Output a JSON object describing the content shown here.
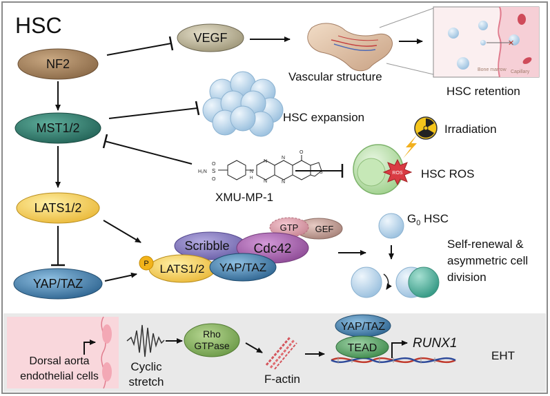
{
  "panel_title": "HSC",
  "nodes": {
    "nf2": "NF2",
    "mst": "MST1/2",
    "lats": "LATS1/2",
    "yap": "YAP/TAZ",
    "vegf": "VEGF"
  },
  "labels": {
    "vascular_structure": "Vascular structure",
    "hsc_retention": "HSC retention",
    "bone_marrow": "Bone marrow",
    "capillary": "Capillary",
    "hsc_expansion": "HSC expansion",
    "irradiation": "Irradiation",
    "hsc_ros": "HSC ROS",
    "ros_badge": "ROS",
    "drug_name": "XMU-MP-1",
    "g0_prefix": "G",
    "g0_sub": "0",
    "g0_suffix": " HSC",
    "self_renewal_line1": "Self-renewal &",
    "self_renewal_line2": "asymmetric cell",
    "self_renewal_line3": "division"
  },
  "chem_labels": {
    "so2_s": "S",
    "o_top": "O",
    "o_bottom": "O",
    "nh2": "H₂N",
    "nh": "N",
    "h": "H",
    "n_ring1": "N",
    "n_ring2": "N",
    "n_ring3": "N",
    "n_me": "N",
    "s_thio": "S",
    "o_ket": "O"
  },
  "complex": {
    "gtp": "GTP",
    "gef": "GEF",
    "scribble": "Scribble",
    "cdc42": "Cdc42",
    "p": "P",
    "lats": "LATS1/2",
    "yap": "YAP/TAZ"
  },
  "bottom": {
    "endo_line1": "Dorsal aorta",
    "endo_line2": "endothelial cells",
    "cyclic_line1": "Cyclic",
    "cyclic_line2": "stretch",
    "rho_line1": "Rho",
    "rho_line2": "GTPase",
    "factin": "F-actin",
    "yap": "YAP/TAZ",
    "tead": "TEAD",
    "runx1": "RUNX1",
    "eht": "EHT"
  },
  "colors": {
    "frame": "#8a8a8a",
    "nf2": "#9c7b58",
    "mst": "#2f7b6e",
    "lats": "#f2c94c",
    "yap": "#3f7aa6",
    "vegf": "#b2aa8e",
    "bottom_bg": "#e9e9e9",
    "endo_bg": "#f9d7dc",
    "rho": "#7fa85a",
    "tead": "#4f9a5c",
    "scribble": "#7e73b8",
    "cdc42": "#a05ca8"
  }
}
